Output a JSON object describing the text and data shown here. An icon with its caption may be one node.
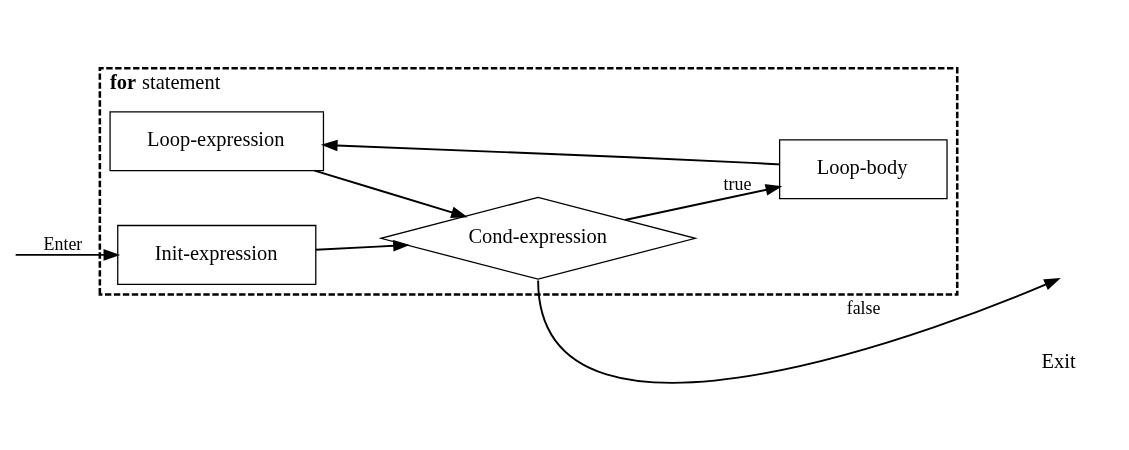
{
  "diagram": {
    "nodes": [
      {
        "text": [
          "**for** statement"
        ]
      },
      {
        "text": [
          "Loop-expression"
        ],
        "in": 0
      },
      {
        "text": [
          "Init-expression"
        ],
        "in": 0
      },
      {
        "text": [
          "Cond-expression"
        ],
        "in": 0
      },
      {
        "text": [
          "Loop-body"
        ],
        "in": 0
      }
    ],
    "edges": [
      {
        "from": null,
        "to": 2,
        "arrow": "to",
        "label": "Enter"
      },
      {
        "from": 2,
        "to": 3,
        "arrow": "to"
      },
      {
        "from": 3,
        "to": 4,
        "arrow": "to",
        "label": "true"
      },
      {
        "from": 4,
        "to": 1,
        "arrow": "to"
      },
      {
        "from": 1,
        "to": 3,
        "arrow": "to"
      },
      {
        "from": 3,
        "to": null,
        "arrow": "to",
        "label": "false"
      }
    ],
    "labels": [
      "Exit"
    ]
  }
}
